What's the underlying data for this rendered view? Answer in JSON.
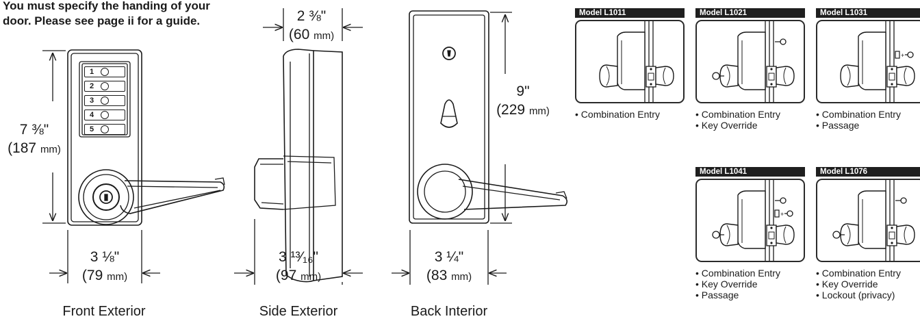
{
  "note": {
    "line1": "You must specify the handing of your",
    "line2": "door.  Please see page ii for a guide."
  },
  "front": {
    "caption": "Front Exterior",
    "height_in": "7 ⅜\"",
    "height_mm_num": "(187",
    "height_mm_unit": "mm)",
    "width_in": "3 ⅛\"",
    "width_mm_num": "(79",
    "width_mm_unit": "mm)",
    "keypad": [
      "1",
      "2",
      "3",
      "4",
      "5"
    ]
  },
  "side": {
    "caption": "Side Exterior",
    "depth_in": "2 ⅜\"",
    "depth_mm_num": "(60",
    "depth_mm_unit": "mm)",
    "projection_in": "3 ¹³⁄₁₆\"",
    "projection_mm_num": "(97",
    "projection_mm_unit": "mm)"
  },
  "back": {
    "caption": "Back Interior",
    "height_in": "9\"",
    "height_mm_num": "(229",
    "height_mm_unit": "mm)",
    "width_in": "3 ¼\"",
    "width_mm_num": "(83",
    "width_mm_unit": "mm)"
  },
  "models": [
    {
      "name": "Model L1011",
      "features": [
        "• Combination Entry"
      ],
      "key_inside": false,
      "key_outside": false,
      "ext_knob": false
    },
    {
      "name": "Model L1021",
      "features": [
        "• Combination Entry",
        "• Key Override"
      ],
      "key_inside": false,
      "key_outside": true,
      "ext_knob": true
    },
    {
      "name": "Model L1031",
      "features": [
        "• Combination Entry",
        "• Passage"
      ],
      "key_inside": true,
      "key_outside": false,
      "ext_knob": false
    },
    {
      "name": "Model L1041",
      "features": [
        "• Combination Entry",
        "• Key Override",
        "• Passage"
      ],
      "key_inside": true,
      "key_outside": true,
      "ext_knob": true
    },
    {
      "name": "Model L1076",
      "features": [
        "• Combination Entry",
        "• Key Override",
        "• Lockout (privacy)"
      ],
      "key_inside": false,
      "key_outside": true,
      "ext_knob": true
    }
  ]
}
